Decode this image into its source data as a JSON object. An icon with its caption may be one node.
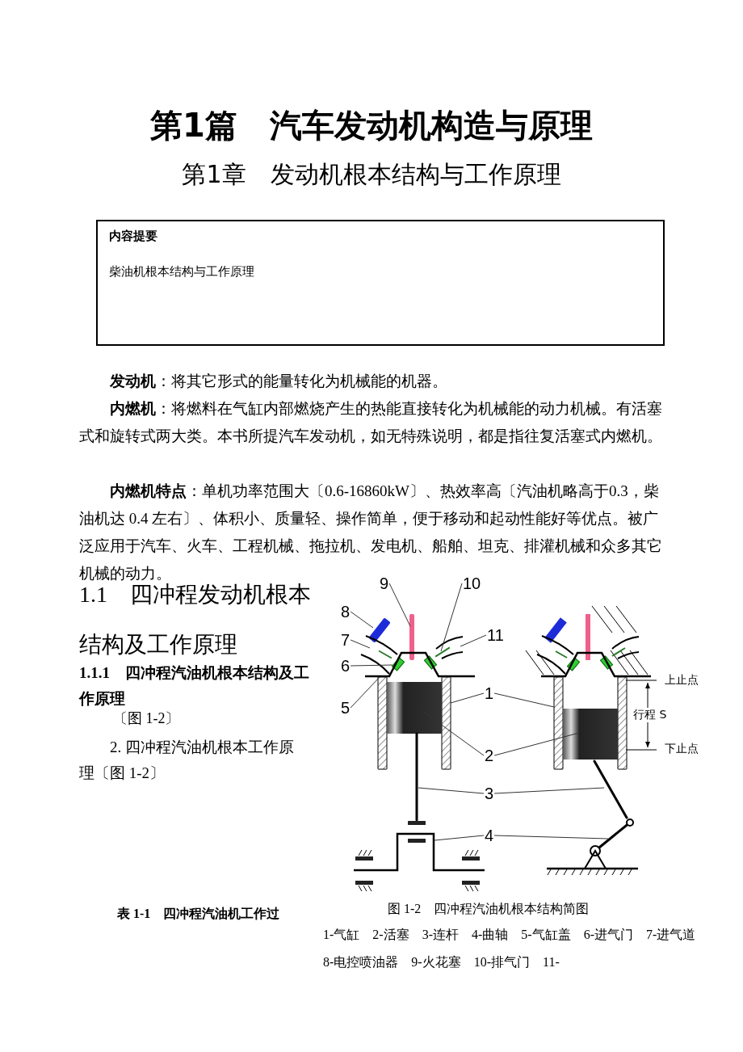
{
  "diagram": {
    "title": "第1篇　汽车发动机构造与原理",
    "nodes": [
      {
        "text": [
          "内容提要",
          "柴油机根本结构与工作原理"
        ]
      },
      {
        "text": [
          "9"
        ]
      },
      {
        "text": [
          "10"
        ]
      },
      {
        "text": [
          "8"
        ]
      },
      {
        "text": [
          "7"
        ]
      },
      {
        "text": [
          "11"
        ]
      },
      {
        "text": [
          "6"
        ]
      },
      {
        "text": [
          "5"
        ]
      },
      {
        "text": [
          "1"
        ]
      },
      {
        "text": [
          "2"
        ]
      },
      {
        "text": [
          "3"
        ]
      },
      {
        "text": [
          "4"
        ]
      },
      {
        "text": [],
        "shape": "bar"
      },
      {
        "text": [],
        "shape": "bar"
      },
      {
        "text": [],
        "shape": "box"
      },
      {
        "text": [],
        "shape": "picture"
      },
      {
        "text": [],
        "shape": "picture"
      },
      {
        "text": [],
        "shape": "box",
        "in": 18
      },
      {
        "text": [],
        "shape": "picture"
      },
      {
        "text": [],
        "shape": "picture"
      },
      {
        "text": [],
        "shape": "picture"
      },
      {
        "text": [],
        "shape": "box",
        "in": 19
      },
      {
        "text": [],
        "shape": "box",
        "in": 20
      },
      {
        "text": [],
        "shape": "bar"
      },
      {
        "text": [],
        "shape": "bar"
      },
      {
        "text": [],
        "shape": "picture"
      },
      {
        "text": [],
        "shape": "picture"
      }
    ],
    "edges": [
      {
        "from": 3,
        "to": 12,
        "arrow": "none"
      },
      {
        "from": 1,
        "to": 13,
        "arrow": "none"
      },
      {
        "from": 2,
        "to": 14,
        "arrow": "none"
      },
      {
        "from": 4,
        "to": 15,
        "arrow": "none"
      },
      {
        "from": 5,
        "to": 16,
        "arrow": "none"
      },
      {
        "from": 6,
        "to": 17,
        "arrow": "none"
      },
      {
        "from": 7,
        "to": 18,
        "arrow": "none"
      },
      {
        "from": 8,
        "to": 19,
        "arrow": "none"
      },
      {
        "from": 8,
        "to": 20,
        "arrow": "none"
      },
      {
        "from": 9,
        "to": 21,
        "arrow": "none"
      },
      {
        "from": 9,
        "to": 22,
        "arrow": "none"
      },
      {
        "from": 10,
        "to": 23,
        "arrow": "none"
      },
      {
        "from": 10,
        "to": 24,
        "arrow": "none"
      },
      {
        "from": 11,
        "to": 25,
        "arrow": "none"
      },
      {
        "from": 11,
        "to": 26,
        "arrow": "none"
      }
    ],
    "labels": [
      "第1章　发动机根本结构与工作原理",
      "**发动机**：将其它形式的能量转化为机械能的机器。",
      "**内燃机**：将燃料在气缸内部燃烧产生的热能直接转化为机械能的动力机械。有活塞式和旋转式两大类。本书所提汽车发动机，如无特殊说明，都是指往复活塞式内燃机。",
      "**内燃机特点**：单机功率范围大〔0.6-16860kW〕、热效率高〔汽油机略高于0.3，柴油机达 0.4 左右〕、体积小、质量轻、操作简单，便于移动和起动性能好等优点。被广泛应用于汽车、火车、工程机械、拖拉机、发电机、船舶、坦克、排灌机械和众多其它机械的动力。",
      "1.1　四冲程发动机根本结构及工作原理",
      "1.1.1　四冲程汽油机根本结构及工作原理",
      "〔图 1-2〕",
      "2. 四冲程汽油机根本工作原理〔图 1-2〕",
      "表 1-1　四冲程汽油机工作过",
      "上止点",
      "行程 S",
      "下止点",
      "图 1-2　四冲程汽油机根本结构简图",
      "1-气缸　2-活塞　3-连杆　4-曲轴　5-气缸盖　6-进气门　7-进气道　8-电控喷油器　9-火花塞　10-排气门　11-"
    ]
  }
}
